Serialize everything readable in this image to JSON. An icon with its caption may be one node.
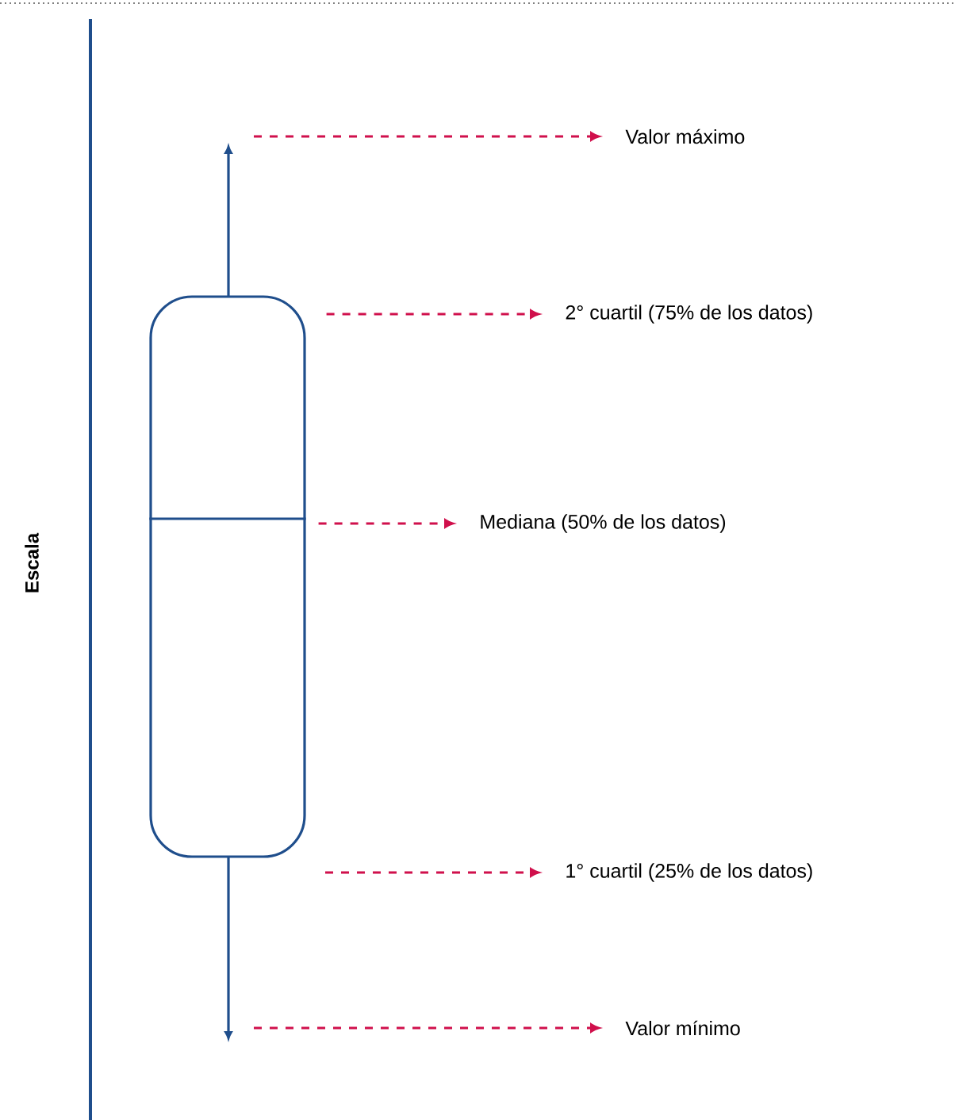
{
  "diagram": {
    "nodes": [
      {
        "text": [],
        "shape": "box"
      },
      {
        "text": [
          "Valor máximo"
        ]
      },
      {
        "text": [
          "2° cuartil (75% de los datos)"
        ]
      },
      {
        "text": [
          "Mediana (50% de los datos)"
        ]
      },
      {
        "text": [
          "1° cuartil (25% de los datos)"
        ]
      },
      {
        "text": [
          "Valor mínimo"
        ]
      }
    ],
    "edges": [
      {
        "from": null,
        "to": 1,
        "arrow": "to",
        "style": "dashed",
        "color": "#d0104c"
      },
      {
        "from": 0,
        "to": 2,
        "arrow": "to",
        "style": "dashed",
        "color": "#d0104c"
      },
      {
        "from": 0,
        "to": 3,
        "arrow": "to",
        "style": "dashed",
        "color": "#d0104c"
      },
      {
        "from": null,
        "to": 4,
        "arrow": "to",
        "style": "dashed",
        "color": "#d0104c"
      },
      {
        "from": null,
        "to": 5,
        "arrow": "to",
        "style": "dashed",
        "color": "#d0104c"
      }
    ],
    "labels": [
      "Escala"
    ]
  }
}
